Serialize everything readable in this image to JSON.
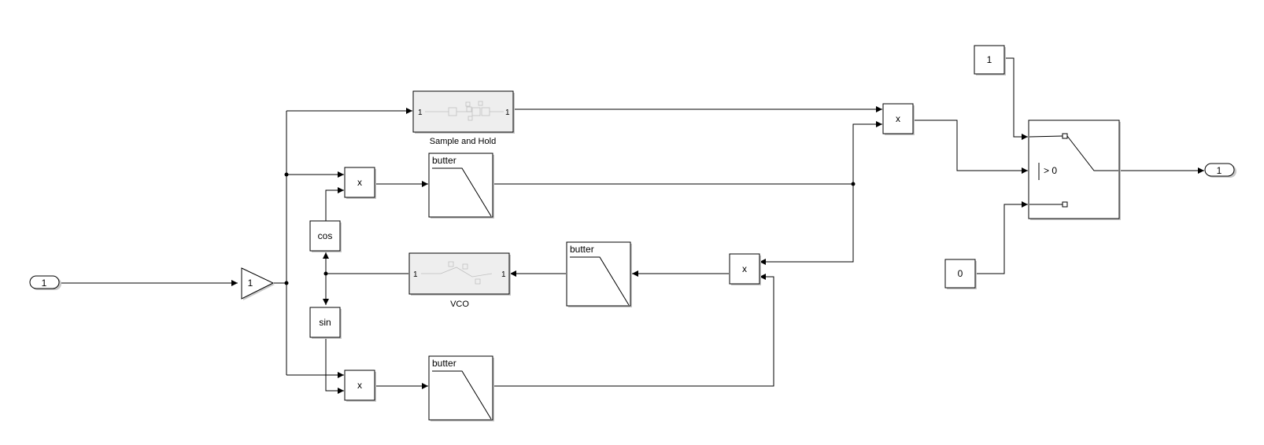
{
  "blocks": {
    "inport_label": "1",
    "outport_label": "1",
    "gain_label": "1",
    "sample_hold_in": "1",
    "sample_hold_out": "1",
    "sample_hold_name": "Sample and Hold",
    "vco_in": "1",
    "vco_out": "1",
    "vco_name": "VCO",
    "product_label": "x",
    "cos_label": "cos",
    "sin_label": "sin",
    "butter_label": "butter",
    "const_one": "1",
    "const_zero": "0",
    "switch_threshold": "> 0"
  }
}
